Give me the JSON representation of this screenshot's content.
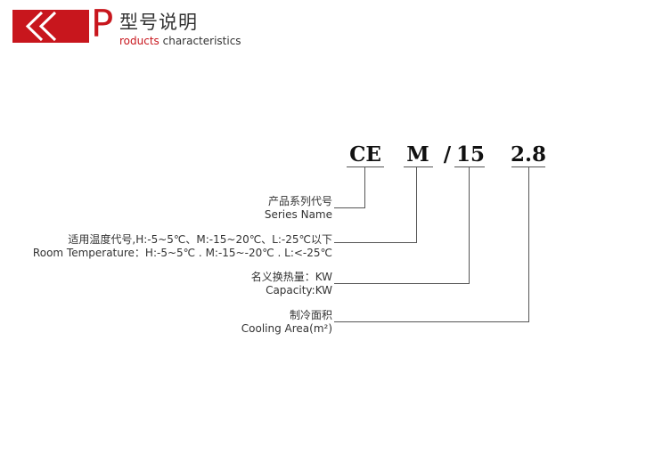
{
  "header": {
    "brand_letter": "P",
    "title_cn": "型号说明",
    "title_en_red": "roducts",
    "title_en_rest": " characteristics"
  },
  "model_code": {
    "series": "CE",
    "temperature": "M",
    "slash": "/",
    "capacity": "15",
    "area": "2.8"
  },
  "labels": {
    "series": {
      "cn": "产品系列代号",
      "en": "Series Name"
    },
    "temperature": {
      "cn": "适用温度代号,H:-5~5℃、M:-15~20℃、L:-25℃以下",
      "en": "Room Temperature：H:-5~5℃ . M:-15~-20℃ . L:<-25℃"
    },
    "capacity": {
      "cn": "名义换热量：KW",
      "en": "Capacity:KW"
    },
    "area": {
      "cn": "制冷面积",
      "en": "Cooling Area(m²)"
    }
  },
  "colors": {
    "accent": "#c8161d",
    "line": "#555555",
    "text": "#333333"
  }
}
